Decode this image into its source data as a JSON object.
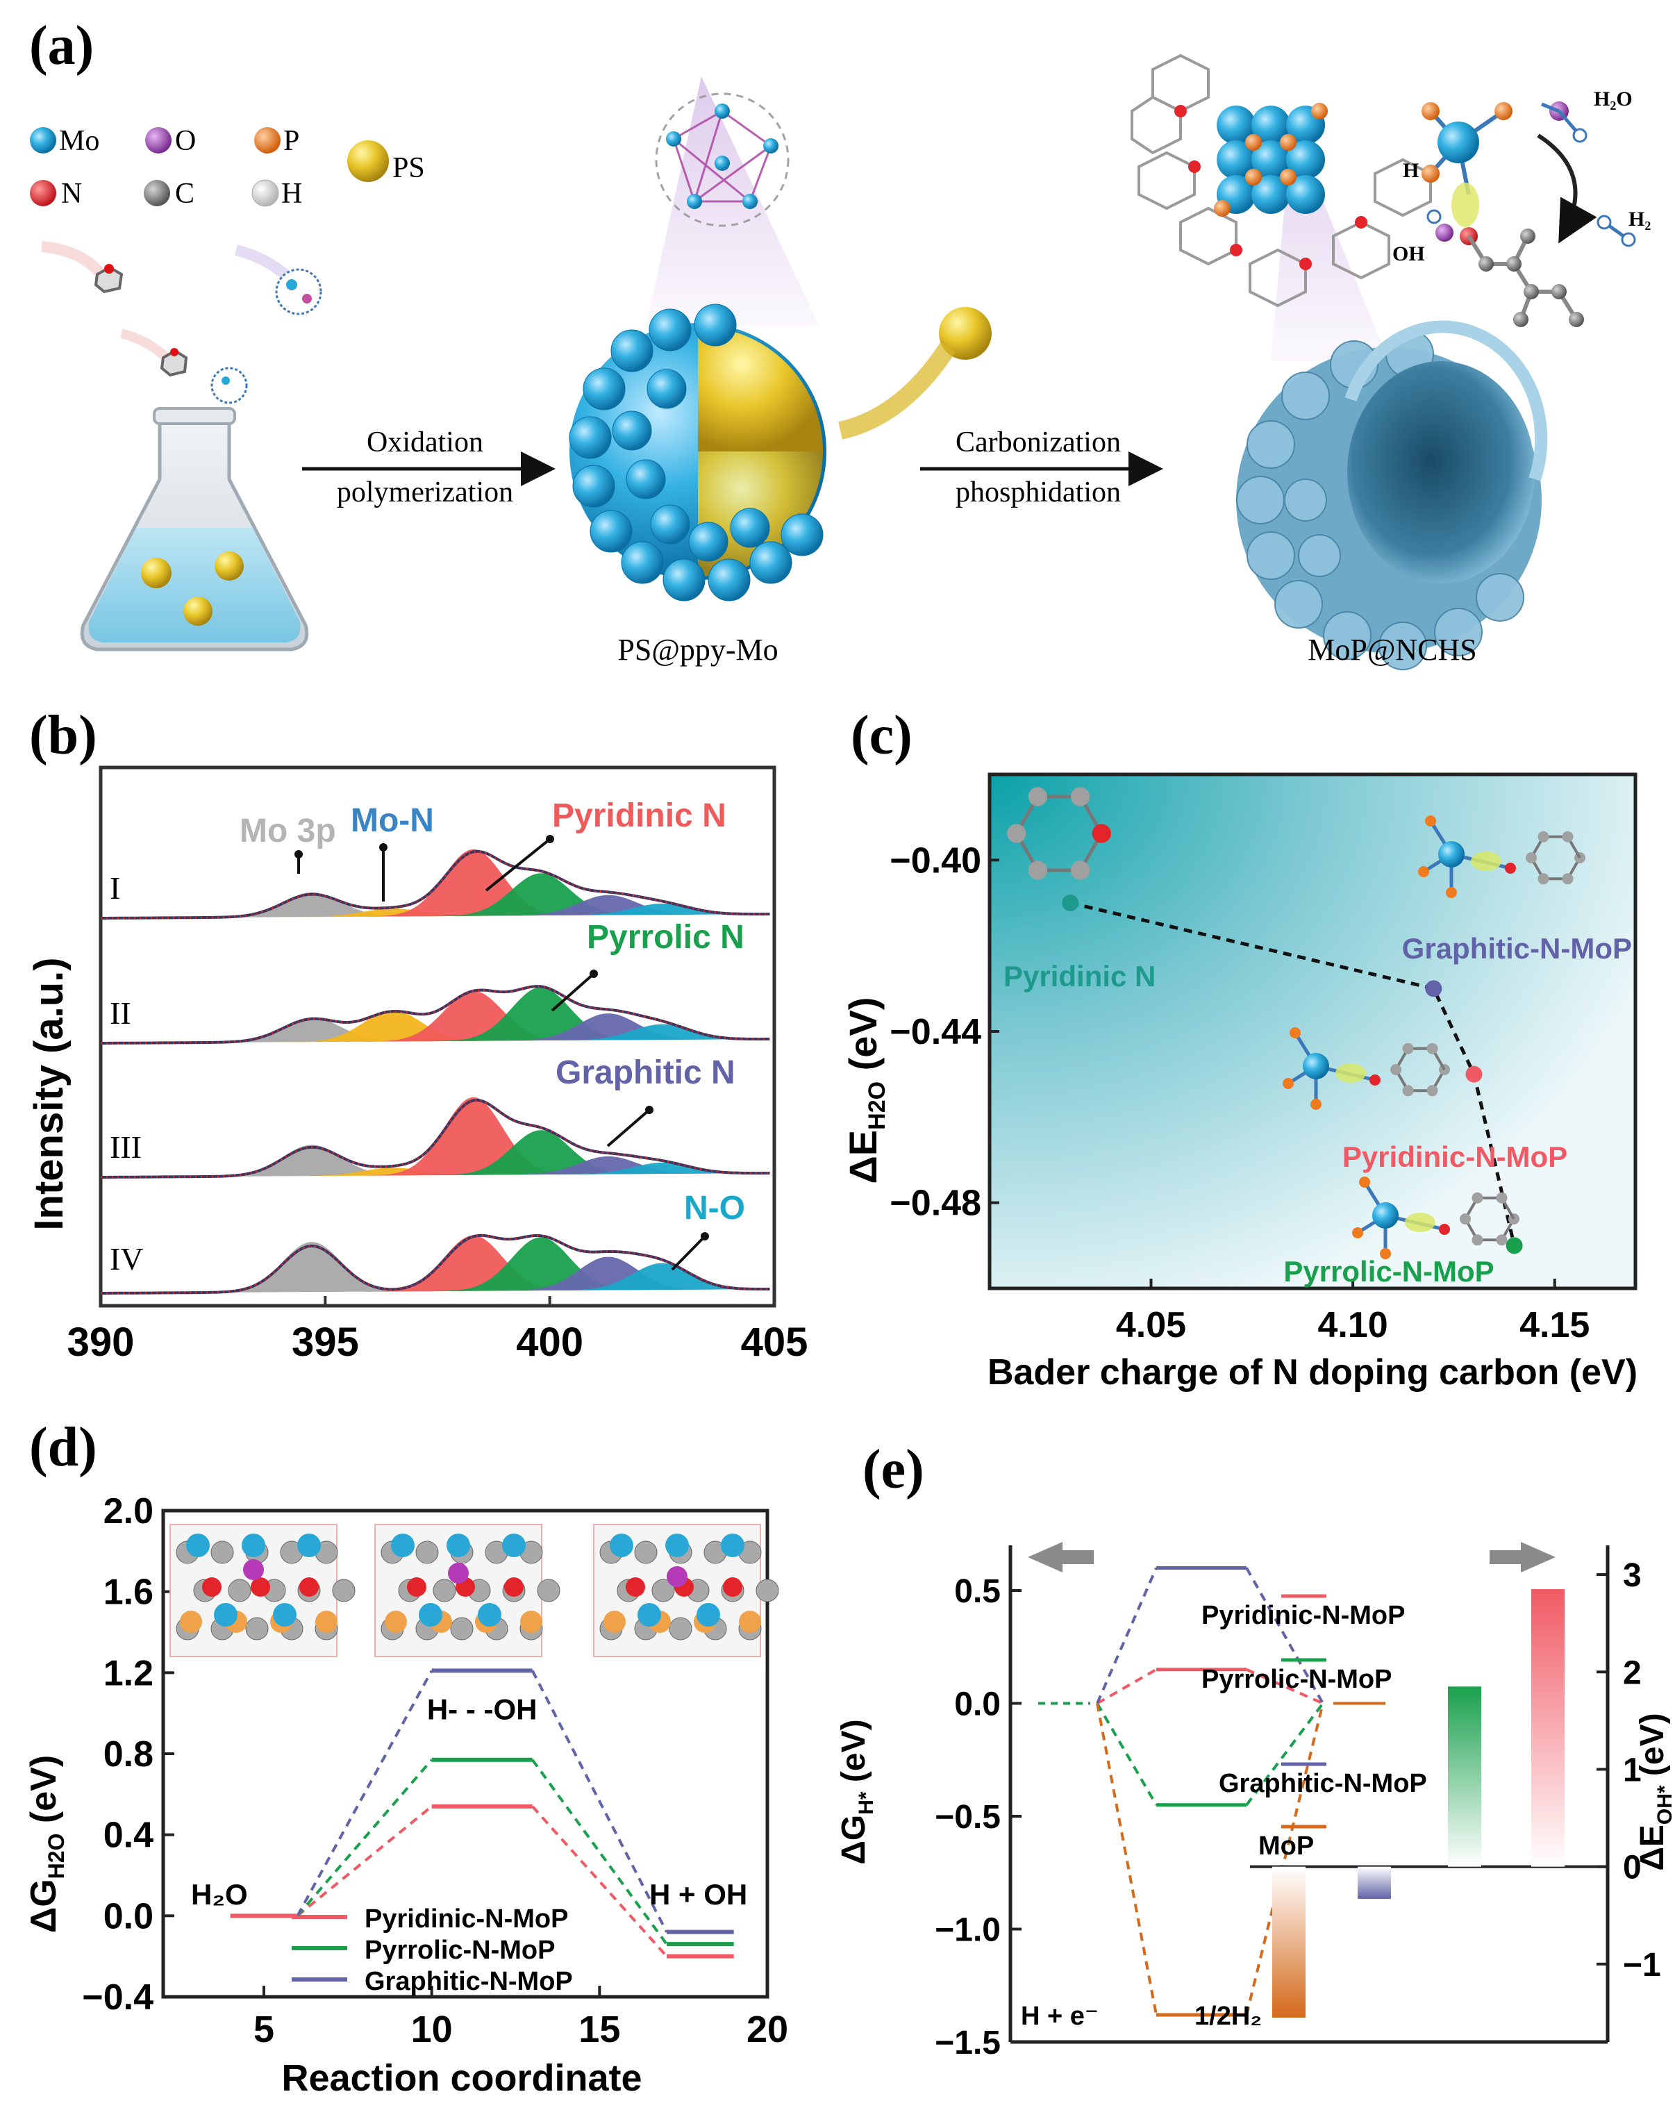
{
  "panel_a": {
    "tag": "(a)",
    "legend": [
      {
        "symbol": "Mo",
        "color": "#29a7d6"
      },
      {
        "symbol": "O",
        "color": "#9b3fb0"
      },
      {
        "symbol": "P",
        "color": "#f07a1e"
      },
      {
        "symbol": "PS",
        "color": "#d9b51f"
      },
      {
        "symbol": "N",
        "color": "#e3242b"
      },
      {
        "symbol": "C",
        "color": "#808080"
      },
      {
        "symbol": "H",
        "color": "#e6e6e6"
      }
    ],
    "step1": [
      "Oxidation",
      "polymerization"
    ],
    "step2": [
      "Carbonization",
      "phosphidation"
    ],
    "product1": "PS@ppy-Mo",
    "product2": "MoP@NCHS",
    "labels": {
      "h2o": "H₂O",
      "h": "H",
      "oh": "OH",
      "h2": "H₂"
    }
  },
  "chart_data": [
    {
      "panel": "(b)",
      "type": "area",
      "ylabel": "Intensity (a.u.)",
      "xlim": [
        390,
        405
      ],
      "xticks": [
        390,
        395,
        400,
        405
      ],
      "yticks": [],
      "spectra": [
        "I",
        "II",
        "III",
        "IV"
      ],
      "peak_labels": [
        "Mo 3p",
        "Mo-N",
        "Pyridinic N",
        "Pyrrolic N",
        "Graphitic N",
        "N-O"
      ],
      "components": [
        {
          "name": "Mo 3p",
          "center": 394.7,
          "color": "#a8a8a8",
          "heights": [
            22,
            22,
            28,
            45
          ]
        },
        {
          "name": "Mo-N",
          "center": 396.5,
          "color": "#f3b51c",
          "heights": [
            7,
            28,
            7,
            0
          ]
        },
        {
          "name": "Pyridinic N",
          "center": 398.3,
          "color": "#f05a5a",
          "heights": [
            60,
            45,
            70,
            50
          ]
        },
        {
          "name": "Pyrrolic N",
          "center": 399.8,
          "color": "#19a04d",
          "heights": [
            38,
            48,
            40,
            48
          ]
        },
        {
          "name": "Graphitic N",
          "center": 401.3,
          "color": "#6667ad",
          "heights": [
            18,
            24,
            16,
            30
          ]
        },
        {
          "name": "N-O",
          "center": 402.5,
          "color": "#1aa7c9",
          "heights": [
            10,
            14,
            10,
            24
          ]
        }
      ]
    },
    {
      "panel": "(c)",
      "type": "scatter",
      "xlabel": "Bader charge of N doping carbon (eV)",
      "ylabel": "ΔE",
      "ylabel_sub": "H2O",
      "ylabel_unit": " (eV)",
      "xlim": [
        4.01,
        4.17
      ],
      "ylim": [
        -0.5,
        -0.38
      ],
      "xticks": [
        "4.05",
        "4.10",
        "4.15"
      ],
      "yticks": [
        "-0.40",
        "-0.44",
        "-0.48"
      ],
      "points": [
        {
          "label": "Pyridinic N",
          "x": 4.03,
          "y": -0.41,
          "color": "#1d9a8c"
        },
        {
          "label": "Graphitic-N-MoP",
          "x": 4.12,
          "y": -0.43,
          "color": "#6262a8"
        },
        {
          "label": "Pyridinic-N-MoP",
          "x": 4.13,
          "y": -0.45,
          "color": "#f05a64"
        },
        {
          "label": "Pyrrolic-N-MoP",
          "x": 4.14,
          "y": -0.49,
          "color": "#19a04d"
        }
      ]
    },
    {
      "panel": "(d)",
      "type": "line",
      "xlabel": "Reaction coordinate",
      "ylabel": "ΔG",
      "ylabel_sub": "H2O",
      "ylabel_unit": " (eV)",
      "xlim": [
        2,
        20
      ],
      "ylim": [
        -0.4,
        2.0
      ],
      "xticks": [
        "5",
        "10",
        "15",
        "20"
      ],
      "yticks": [
        "2.0",
        "1.6",
        "1.2",
        "0.8",
        "0.4",
        "0.0",
        "-0.4"
      ],
      "state_labels": [
        "H2O",
        "H- - -OH",
        "H + OH"
      ],
      "series": [
        {
          "name": "Pyridinic-N-MoP",
          "color": "#f05a64",
          "levels": [
            0.0,
            0.54,
            -0.2
          ]
        },
        {
          "name": "Pyrrolic-N-MoP",
          "color": "#19a04d",
          "levels": [
            0.0,
            0.77,
            -0.14
          ]
        },
        {
          "name": "Graphitic-N-MoP",
          "color": "#6262a8",
          "levels": [
            0.0,
            1.21,
            -0.08
          ]
        }
      ]
    },
    {
      "panel": "(e)",
      "type": "bar",
      "ylabel_left": "ΔG",
      "ylabel_left_sub": "H*",
      "ylabel_left_unit": " (eV)",
      "ylabel_right": "ΔE",
      "ylabel_right_sub": "OH*",
      "ylabel_right_unit": " (eV)",
      "ylim_left": [
        -1.5,
        0.7
      ],
      "ylim_right": [
        -1.8,
        3.3
      ],
      "yticks_left": [
        "0.5",
        "0.0",
        "-0.5",
        "-1.0",
        "-1.5"
      ],
      "yticks_right": [
        "3",
        "2",
        "1",
        "0",
        "-1"
      ],
      "state_labels": [
        "H + e⁻",
        "1/2H₂"
      ],
      "series": [
        {
          "name": "Pyridinic-N-MoP",
          "color": "#f05a64",
          "dG_H": 0.15,
          "dE_OH": 2.85
        },
        {
          "name": "Pyrrolic-N-MoP",
          "color": "#19a04d",
          "dG_H": -0.45,
          "dE_OH": 1.85
        },
        {
          "name": "Graphitic-N-MoP",
          "color": "#6262a8",
          "dG_H": 0.6,
          "dE_OH": -0.33
        },
        {
          "name": "MoP",
          "color": "#d46a1c",
          "dG_H": -1.38,
          "dE_OH": -1.55
        }
      ]
    }
  ],
  "tags": {
    "b": "(b)",
    "c": "(c)",
    "d": "(d)",
    "e": "(e)"
  }
}
